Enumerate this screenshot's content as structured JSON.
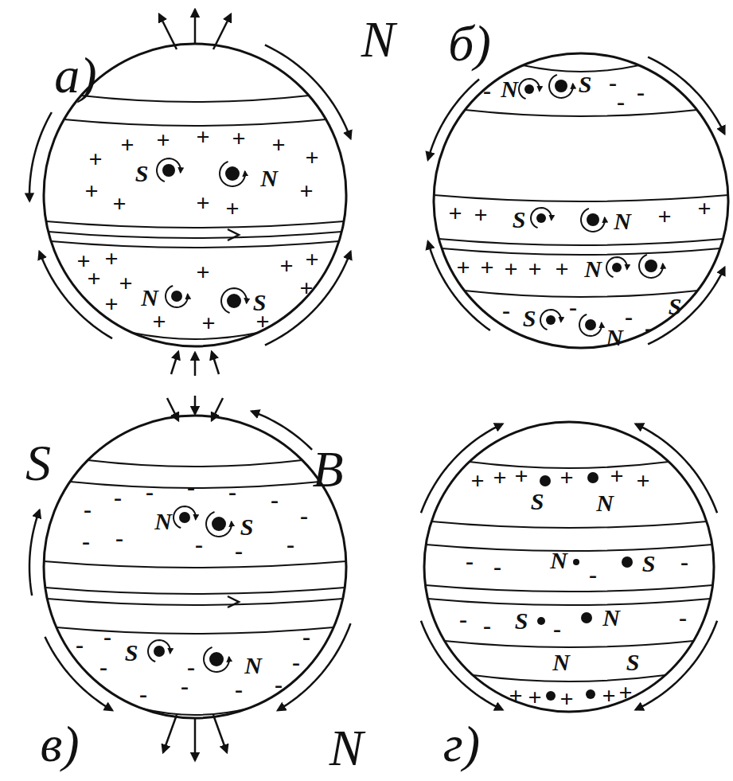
{
  "diagram": {
    "labels": [
      "а)",
      "N",
      "+",
      "+",
      "+",
      "+",
      "+",
      "+",
      "+",
      "+",
      "+",
      "+",
      "+",
      "+",
      "S",
      "N",
      "+",
      "+",
      "+",
      "+",
      "+",
      "+",
      "+",
      "+",
      "+",
      "+",
      "+",
      "+",
      "N",
      "S",
      "S",
      "B",
      "б)",
      "N",
      "S",
      "-",
      "-",
      "-",
      "-",
      "+",
      "+",
      "+",
      "+",
      "S",
      "N",
      "+",
      "+",
      "+",
      "+",
      "+",
      "N",
      "S",
      "-",
      "-",
      "-",
      "-",
      "S",
      "N",
      "-",
      "-",
      "-",
      "-",
      "-",
      "-",
      "-",
      "-",
      "-",
      "-",
      "-",
      "-",
      "N",
      "S",
      "-",
      "-",
      "-",
      "-",
      "-",
      "-",
      "-",
      "-",
      "-",
      "-",
      "S",
      "N",
      "в)",
      "N",
      "+",
      "+",
      "+",
      "+",
      "+",
      "+",
      "S",
      "N",
      "-",
      "-",
      "-",
      "-",
      "N",
      "S",
      "-",
      "-",
      "-",
      "-",
      "S",
      "N",
      "N",
      "S",
      "+",
      "+",
      "+",
      "+",
      "+",
      "г)"
    ]
  }
}
